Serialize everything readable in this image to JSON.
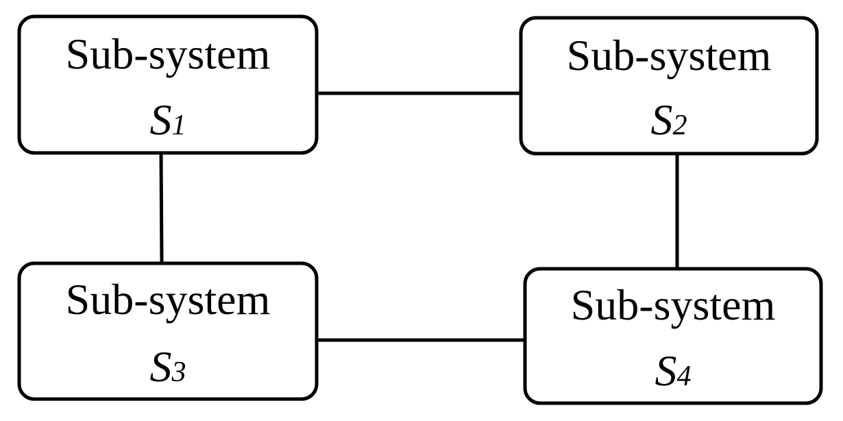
{
  "nodes": [
    {
      "id": "s1",
      "title": "Sub-system",
      "symbol": "S",
      "subscript": "1"
    },
    {
      "id": "s2",
      "title": "Sub-system",
      "symbol": "S",
      "subscript": "2"
    },
    {
      "id": "s3",
      "title": "Sub-system",
      "symbol": "S",
      "subscript": "3"
    },
    {
      "id": "s4",
      "title": "Sub-system",
      "symbol": "S",
      "subscript": "4"
    }
  ],
  "edges": [
    {
      "from": "s1",
      "to": "s2"
    },
    {
      "from": "s1",
      "to": "s3"
    },
    {
      "from": "s2",
      "to": "s4"
    },
    {
      "from": "s3",
      "to": "s4"
    }
  ],
  "colors": {
    "stroke": "#000000",
    "fill": "#ffffff"
  }
}
